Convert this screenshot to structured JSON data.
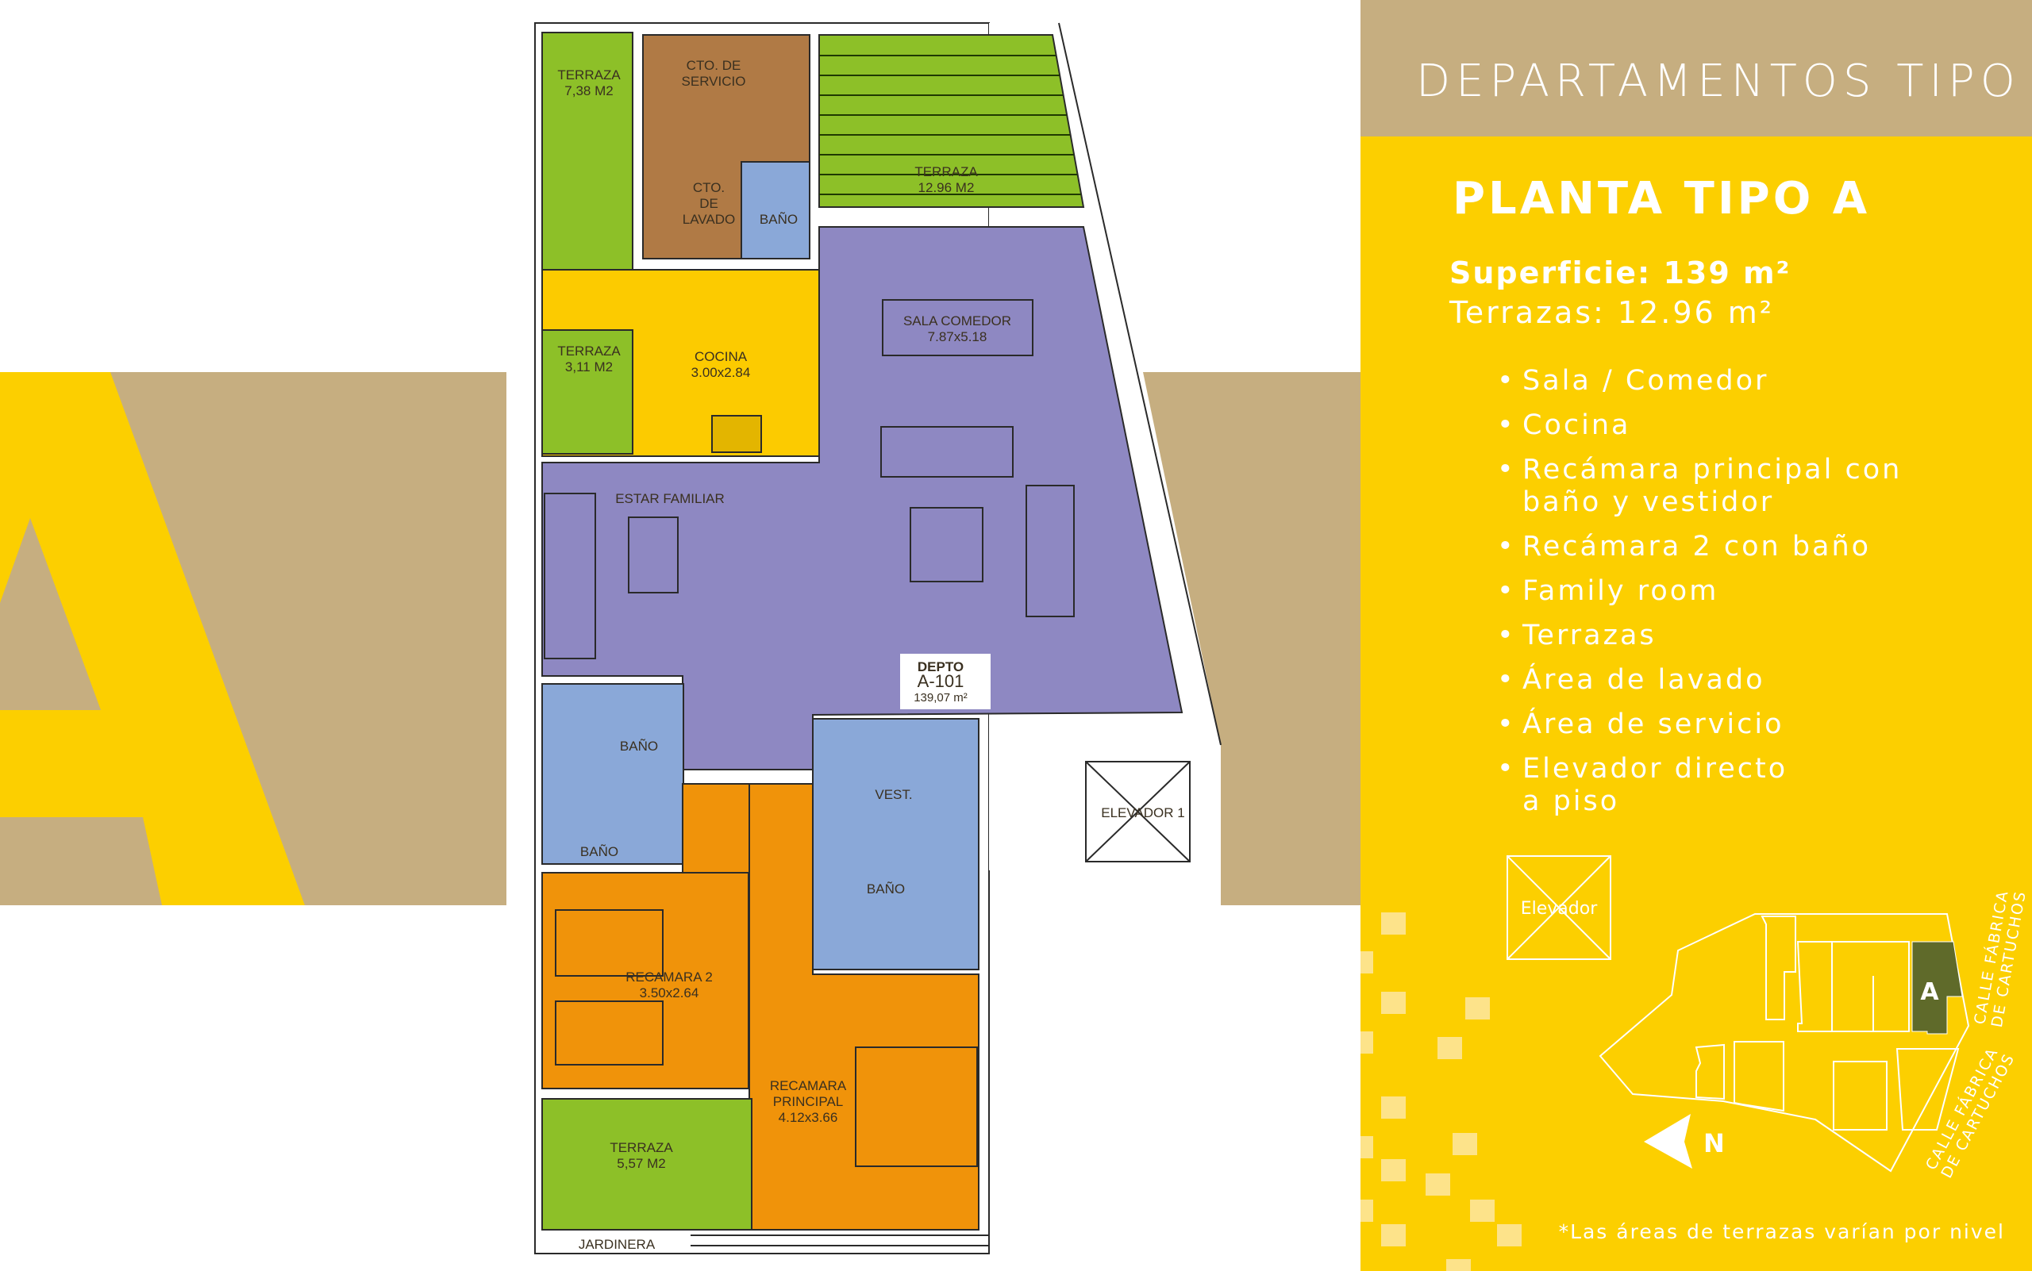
{
  "header": {
    "title": "DEPARTAMENTOS TIPO"
  },
  "panel": {
    "plan_name": "PLANTA TIPO A",
    "surface": "Superficie: 139 m²",
    "terraces": "Terrazas: 12.96 m²",
    "features": [
      "Sala / Comedor",
      "Cocina",
      "Recámara principal con\nbaño y vestidor",
      "Recámara 2 con baño",
      "Family room",
      "Terrazas",
      "Área de lavado",
      "Área de servicio",
      "Elevador directo\na piso"
    ],
    "legend_elevator": "Elevador",
    "site_unit_label": "A",
    "north_label": "N",
    "street_1a": "CALLE FÁBRICA",
    "street_1b": "DE CARTUCHOS",
    "street_2a": "CALLE FÁBRICA",
    "street_2b": "DE CARTUCHOS",
    "footnote": "*Las áreas de terrazas varían por nivel"
  },
  "decor": {
    "big_letter": "A"
  },
  "colors": {
    "tan": "#c6ae80",
    "yellow": "#fccf00",
    "terrace": "#8dc028",
    "service": "#b07a45",
    "bath": "#8aa8d8",
    "kitchen": "#fccb00",
    "living": "#8e88c2",
    "bedroom": "#f0930a",
    "unit_highlight": "#5f6a2a"
  },
  "plan": {
    "terraza_1": {
      "name": "TERRAZA",
      "area": "7,38 M2"
    },
    "servicio": {
      "l1": "CTO. DE",
      "l2": "SERVICIO"
    },
    "lavado": {
      "l1": "CTO.",
      "l2": "DE",
      "l3": "LAVADO"
    },
    "bano_servicio": "BAÑO",
    "terraza_2": {
      "name": "TERRAZA",
      "area": "12.96 M2"
    },
    "sala": {
      "name": "SALA COMEDOR",
      "dims": "7.87x5.18"
    },
    "terraza_3": {
      "name": "TERRAZA",
      "area": "3,11 M2"
    },
    "cocina": {
      "name": "COCINA",
      "dims": "3.00x2.84"
    },
    "estar": "ESTAR FAMILIAR",
    "depto": {
      "l1": "DEPTO",
      "l2": "A-101",
      "l3": "139,07 m²"
    },
    "bano_1": "BAÑO",
    "bano_2": "BAÑO",
    "vestidor": "VEST.",
    "bano_principal": "BAÑO",
    "elevador": "ELEVADOR 1",
    "recamara_2": {
      "name": "RECAMARA 2",
      "dims": "3.50x2.64"
    },
    "recamara_p": {
      "l1": "RECAMARA",
      "l2": "PRINCIPAL",
      "dims": "4.12x3.66"
    },
    "terraza_4": {
      "name": "TERRAZA",
      "area": "5,57 M2"
    },
    "jardinera": "JARDINERA"
  }
}
